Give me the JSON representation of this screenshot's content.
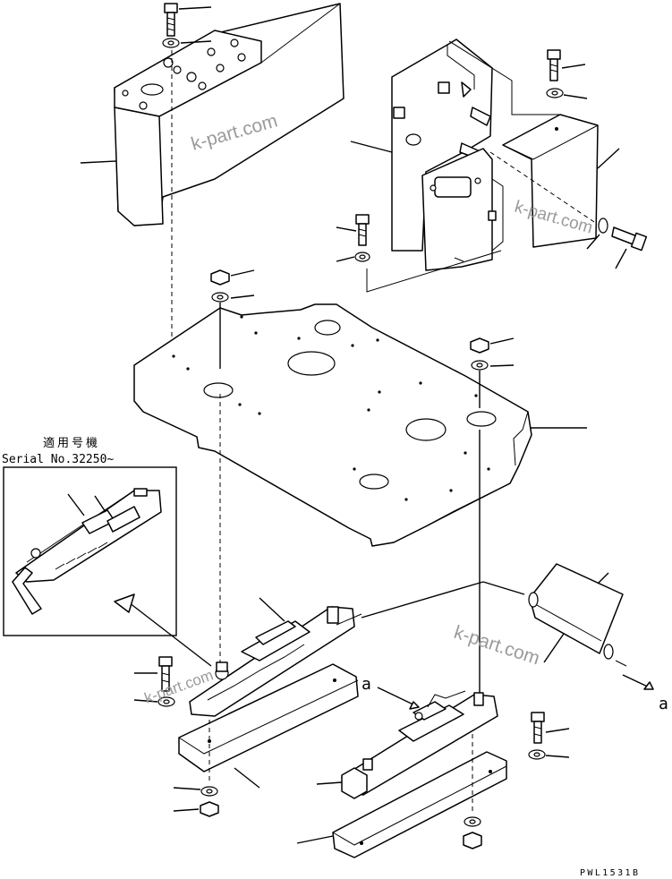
{
  "inset": {
    "heading_jp": "適用号機",
    "serial": "Serial No.32250~"
  },
  "callouts": {
    "a_left": "a",
    "a_right": "a"
  },
  "watermarks": [
    "k-part.com",
    "k-part.com",
    "k-part.com",
    "k-part.com"
  ],
  "drawing_code": "PWL1531B"
}
